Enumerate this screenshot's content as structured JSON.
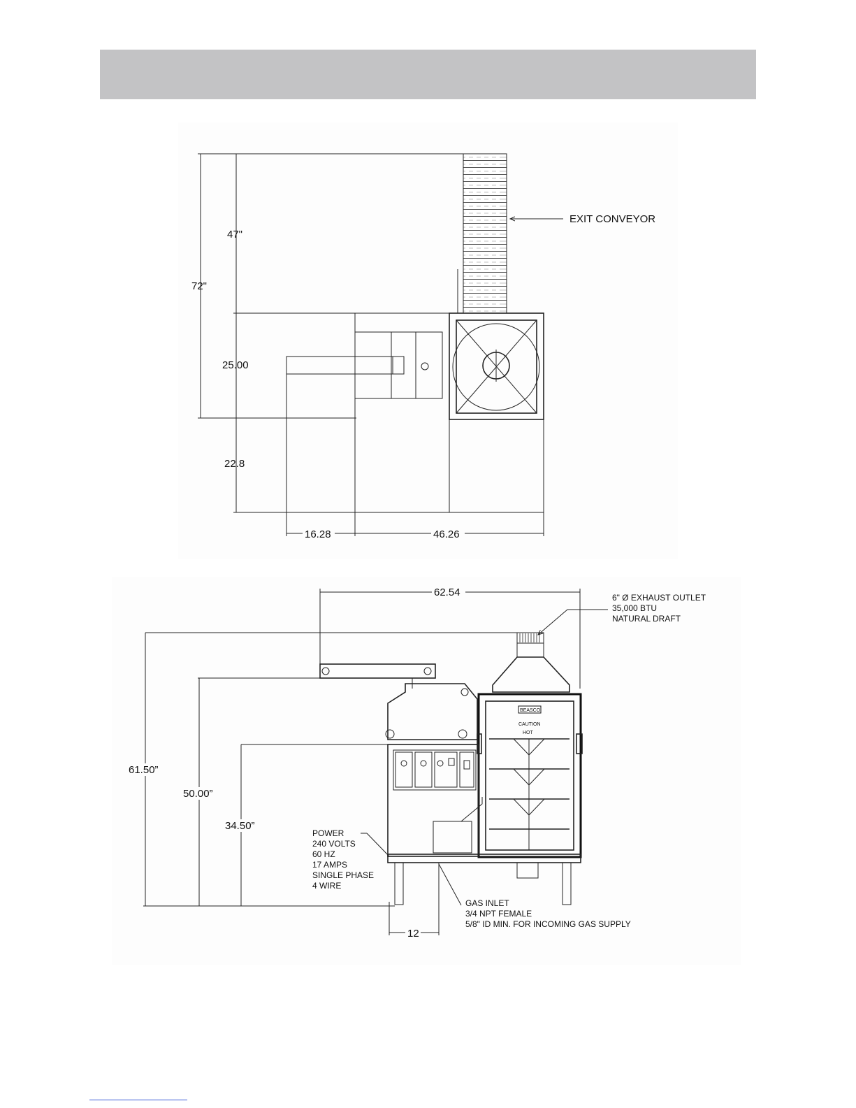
{
  "plan_view": {
    "exit_conveyor_label": "EXIT CONVEYOR",
    "dim_47": "47\"",
    "dim_72": "72\"",
    "dim_25": "25.00",
    "dim_22_8": "22.8",
    "dim_16_28": "16.28",
    "dim_46_26": "46.26"
  },
  "elevation_view": {
    "dim_62_54": "62.54",
    "dim_61_50": "61.50”",
    "dim_50_00": "50.00”",
    "dim_34_50": "34.50”",
    "dim_12": "12",
    "exhaust_note": [
      "6\" Ø EXHAUST OUTLET",
      "35,000 BTU",
      "NATURAL DRAFT"
    ],
    "power_note": [
      "POWER",
      "240 VOLTS",
      "60 HZ",
      "17 AMPS",
      "SINGLE PHASE",
      "4 WIRE"
    ],
    "gas_note": [
      "GAS INLET",
      "3/4 NPT FEMALE",
      "5/8\" ID MIN. FOR INCOMING GAS SUPPLY"
    ],
    "brand_plate": "BEASCO",
    "caution_label": "CAUTION",
    "hot_label": "HOT"
  }
}
